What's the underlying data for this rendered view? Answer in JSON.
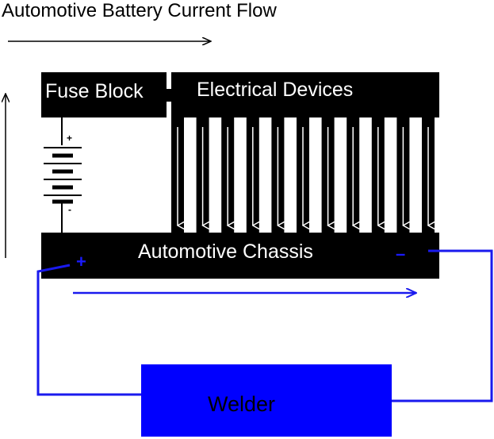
{
  "title": "Automotive Battery Current Flow",
  "labels": {
    "fuse_block": "Fuse Block",
    "electrical_devices": "Electrical Devices",
    "chassis": "Automotive Chassis",
    "welder": "Welder",
    "chassis_plus": "+",
    "chassis_minus": "–",
    "battery_plus": "+",
    "battery_minus": "-"
  },
  "colors": {
    "block": "#000000",
    "welder": "#0000ff",
    "welder_circuit": "#1a1aee",
    "flow_arrow": "#000000"
  },
  "device_leads_count": 11
}
